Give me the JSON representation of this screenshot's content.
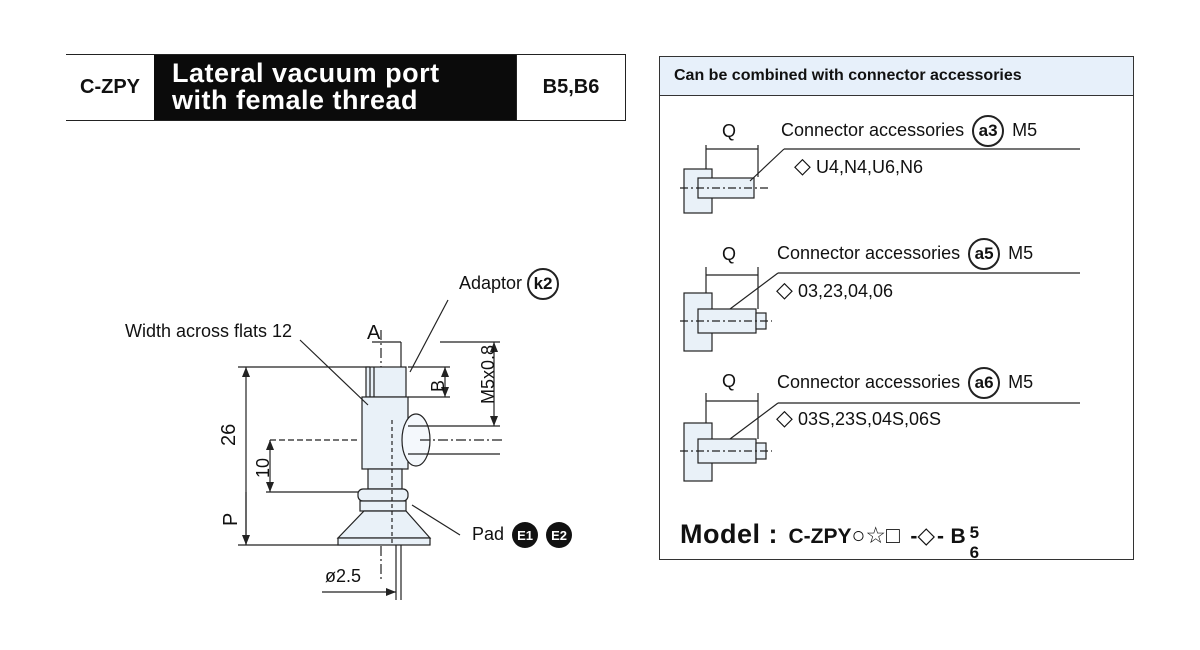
{
  "header": {
    "code": "C-ZPY",
    "title_line1": "Lateral vacuum port",
    "title_line2": "with female thread",
    "variants": "B5,B6"
  },
  "drawing": {
    "adaptor_label": "Adaptor",
    "adaptor_badge": "k2",
    "width_across_flats": "Width across flats 12",
    "dim_A": "A",
    "dim_B": "B",
    "thread": "M5x0.8",
    "dim_26": "26",
    "dim_10": "10",
    "dim_P": "P",
    "diameter": "ø2.5",
    "pad_label": "Pad",
    "pad_badges": [
      "E1",
      "E2"
    ]
  },
  "panel": {
    "title": "Can be combined with connector accessories",
    "entries": [
      {
        "q": "Q",
        "label": "Connector accessories",
        "badge": "a3",
        "thread": "M5",
        "codes": "U4,N4,U6,N6"
      },
      {
        "q": "Q",
        "label": "Connector accessories",
        "badge": "a5",
        "thread": "M5",
        "codes": "03,23,04,06"
      },
      {
        "q": "Q",
        "label": "Connector accessories",
        "badge": "a6",
        "thread": "M5",
        "codes": "03S,23S,04S,06S"
      }
    ],
    "model": {
      "label": "Model :",
      "code": "C-ZPY",
      "symbols": "○☆□",
      "dash1": "-",
      "diamond": "◇",
      "dash2": "-",
      "b": "B",
      "b_sup": "5",
      "b_sub": "6"
    }
  }
}
